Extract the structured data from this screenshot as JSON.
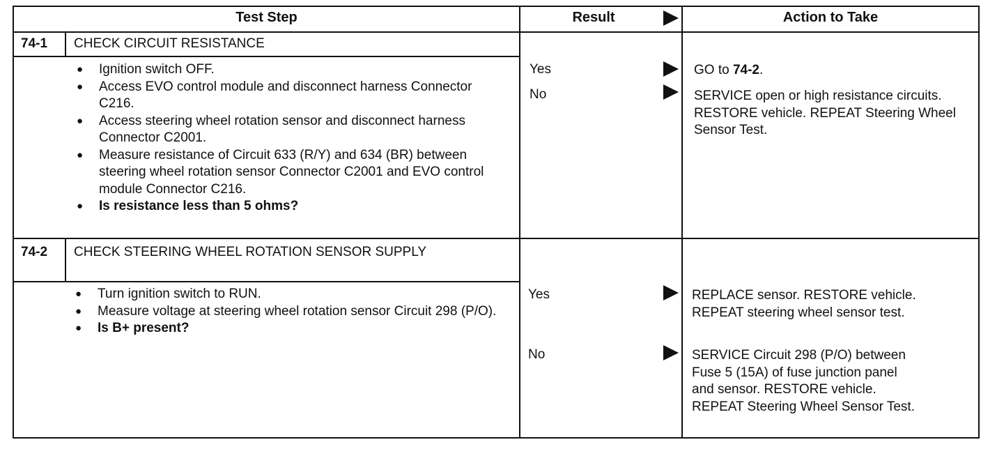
{
  "headers": {
    "test_step": "Test Step",
    "result": "Result",
    "action": "Action to Take"
  },
  "steps": [
    {
      "number": "74-1",
      "title": "CHECK CIRCUIT RESISTANCE",
      "bullets": [
        "Ignition switch OFF.",
        "Access EVO control module and disconnect harness Connector C216.",
        "Access steering wheel rotation sensor and disconnect harness Connector C2001.",
        "Measure resistance of Circuit 633 (R/Y) and 634 (BR) between steering wheel rotation sensor Connector C2001 and EVO control module Connector C216.",
        "Is resistance less than 5 ohms?"
      ],
      "results": [
        {
          "label": "Yes",
          "action_prefix": "GO to ",
          "action_ref": "74-2",
          "action_suffix": "."
        },
        {
          "label": "No",
          "action": "SERVICE open or high resistance circuits. RESTORE vehicle. REPEAT Steering Wheel Sensor Test."
        }
      ]
    },
    {
      "number": "74-2",
      "title": "CHECK STEERING WHEEL ROTATION SENSOR SUPPLY",
      "bullets": [
        "Turn ignition switch to RUN.",
        "Measure voltage at steering wheel rotation sensor Circuit 298 (P/O).",
        "Is B+ present?"
      ],
      "results": [
        {
          "label": "Yes",
          "action": "REPLACE sensor. RESTORE vehicle. REPEAT steering wheel sensor test."
        },
        {
          "label": "No",
          "action": "SERVICE Circuit 298 (P/O) between Fuse 5 (15A) of fuse junction panel and sensor. RESTORE vehicle. REPEAT Steering Wheel Sensor Test."
        }
      ]
    }
  ]
}
